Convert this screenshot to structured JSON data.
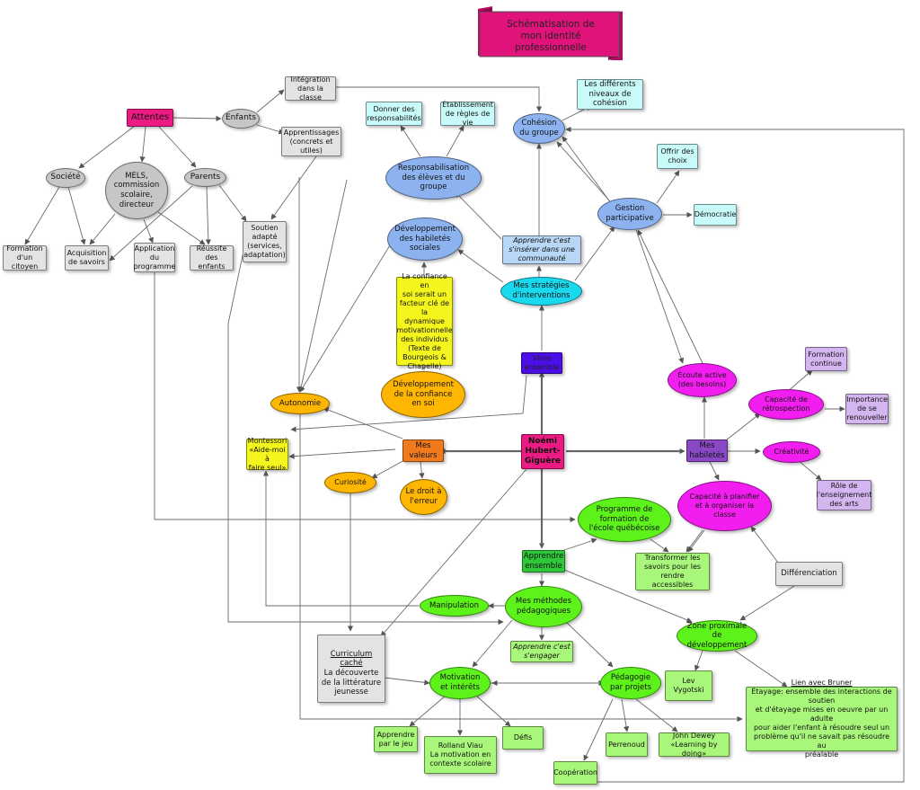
{
  "title": "Schématisation de\nmon identité\nprofessionnelle",
  "colors": {
    "banner": "#e0137b",
    "gray": "#c8c5c5",
    "lightgray": "#e3e3e3",
    "pink": "#ec1b83",
    "blue": "#8cb3ef",
    "lightcyan": "#c9fafa",
    "cyan": "#1ad8ee",
    "lightblue": "#b8d7f7",
    "purple": "#4b0ee6",
    "yellow": "#f5f51e",
    "orange": "#ffb600",
    "darkorange": "#f07a1c",
    "magenta": "#f21ef0",
    "violet": "#8a48c4",
    "lavender": "#d3b5f0",
    "green": "#5df21a",
    "lightgreen": "#a8f77a",
    "darkgreen": "#2ec83a",
    "line": "#555555"
  },
  "nodes": {
    "attentes": "Attentes",
    "enfants": "Enfants",
    "integration": "Intégration\ndans la classe",
    "apprentissages": "Apprentissages\n(concrets et\nutiles)",
    "societe": "Société",
    "mels": "MELS,\ncommission\nscolaire,\ndirecteur",
    "parents": "Parents",
    "formation_citoyen": "Formation\nd'un citoyen",
    "acquisition": "Acquisition\nde savoirs",
    "application": "Application\ndu\nprogramme",
    "reussite": "Réussite des\nenfants",
    "soutien": "Soutien\nadapté\n(services,\nadaptation)",
    "donner_resp": "Donner des\nresponsabilités",
    "regles": "Établissement\nde règles de vie",
    "cohesion": "Cohésion\ndu groupe",
    "niveaux": "Les différents\nniveaux de\ncohésion",
    "responsabilisation": "Responsabilisation\ndes élèves et du\ngroupe",
    "offrir": "Offrir des\nchoix",
    "gestion": "Gestion\nparticipative",
    "democratie": "Démocratie",
    "habiletes_sociales": "Développement\ndes habiletés\nsociales",
    "apprendre_inserer": "Apprendre c'est\ns'insérer dans une\ncommunauté",
    "strategies": "Mes stratégies\nd'interventions",
    "confiance_txt": "La confiance en\nsoi serait un\nfacteur clé de la\ndynamique\nmotivationnelle\ndes individus\n(Texte de\nBourgeois &\nChapelle)",
    "vivre": "Vivre\nensemble",
    "formation_continue": "Formation\ncontinue",
    "ecoute": "Écoute active\n(des besoins)",
    "retrospection": "Capacité de\nrétrospection",
    "importance": "Importance\nde se\nrenouveller",
    "autonomie": "Autonomie",
    "dev_confiance": "Développement\nde la confiance\nen soi",
    "noemi": "Noémi\nHubert-\nGiguère",
    "montessori": "Montessori\n«Aide-moi à\nfaire seul»",
    "valeurs": "Mes\nvaleurs",
    "habiletes": "Mes\nhabiletés",
    "creativite": "Créativité",
    "role_arts": "Rôle de\nl'enseignement\ndes arts",
    "curiosite": "Curiosité",
    "droit_erreur": "Le droit à\nl'erreur",
    "capacite_planifier": "Capacité à planifier\net à organiser la\nclasse",
    "programme": "Programme de\nformation de\nl'école québécoise",
    "apprendre_ensemble": "Apprendre\nensemble",
    "transformer": "Transformer les\nsavoirs pour les rendre\naccessibles",
    "differenciation": "Différenciation",
    "manipulation": "Manipulation",
    "methodes": "Mes méthodes\npédagogiques",
    "zone": "Zone proximale\nde\ndéveloppement",
    "curriculum_u": "Curriculum",
    "curriculum_u2": "caché",
    "curriculum_rest": "La découverte\nde la littérature\njeunesse",
    "apprendre_engager": "Apprendre c'est\ns'engager",
    "motivation": "Motivation\net intérêts",
    "pedagogie_projets": "Pédagogie\npar projets",
    "vygotski": "Lev Vygotski",
    "bruner_title": "Lien avec Bruner",
    "bruner_text": "Étayage: ensemble des interactions de soutien\net d'étayage mises en oeuvre par un adulte\npour aider l'enfant à résoudre seul un\nproblème qu'il ne savait pas résoudre au\npréalable",
    "apprendre_jeu": "Apprendre\npar le jeu",
    "viau": "Rolland Viau\nLa motivation en\ncontexte scolaire",
    "defis": "Défis",
    "perrenoud": "Perrenoud",
    "dewey": "John Dewey\n«Learning by doing»",
    "cooperation": "Coopération"
  }
}
